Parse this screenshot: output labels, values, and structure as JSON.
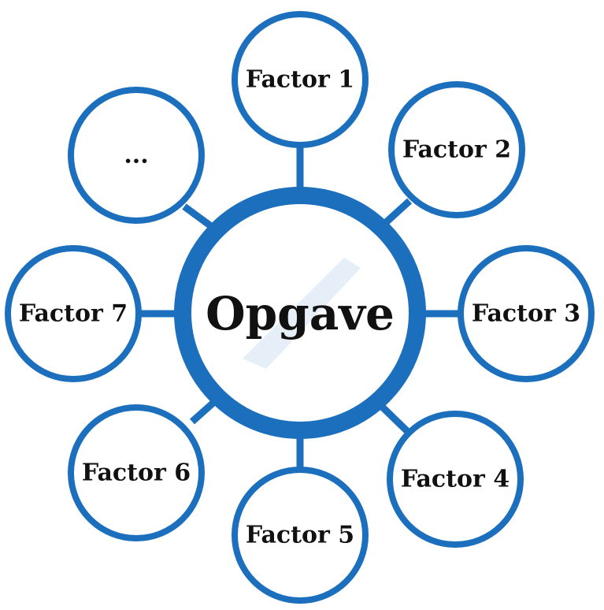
{
  "diagram": {
    "center": {
      "label": "Opgave"
    },
    "nodes": [
      {
        "label": "Factor 1"
      },
      {
        "label": "Factor 2"
      },
      {
        "label": "Factor 3"
      },
      {
        "label": "Factor 4"
      },
      {
        "label": "Factor 5"
      },
      {
        "label": "Factor 6"
      },
      {
        "label": "Factor 7"
      },
      {
        "label": "..."
      }
    ]
  },
  "colors": {
    "primary": "#1c6fbd",
    "watermark": "#e6eef7",
    "text": "#111111",
    "background": "#ffffff"
  }
}
